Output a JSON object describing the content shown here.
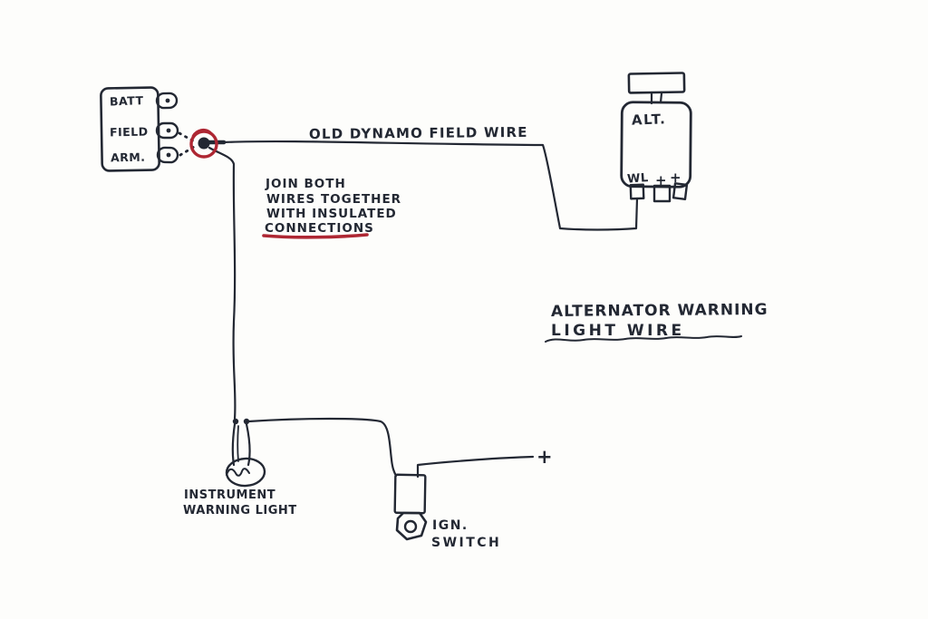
{
  "colors": {
    "ink": "#232833",
    "red": "#ae2733",
    "paper": "#fdfdfb"
  },
  "control_box": {
    "labels": [
      "BATT",
      "FIELD",
      "ARM."
    ]
  },
  "field_wire": {
    "label": "OLD DYNAMO FIELD WIRE"
  },
  "junction_note": {
    "lines": [
      "JOIN BOTH",
      "WIRES TOGETHER",
      "WITH INSULATED",
      "CONNECTIONS"
    ]
  },
  "alternator": {
    "name": "ALT.",
    "terminals": [
      "WL",
      "+",
      "+"
    ]
  },
  "warning_wire_note": {
    "lines": [
      "ALTERNATOR WARNING",
      "LIGHT WIRE"
    ]
  },
  "instrument_light": {
    "lines": [
      "INSTRUMENT",
      "WARNING LIGHT"
    ]
  },
  "ignition_switch": {
    "lines": [
      "IGN.",
      "SWITCH"
    ]
  },
  "battery_positive": {
    "symbol": "+"
  }
}
